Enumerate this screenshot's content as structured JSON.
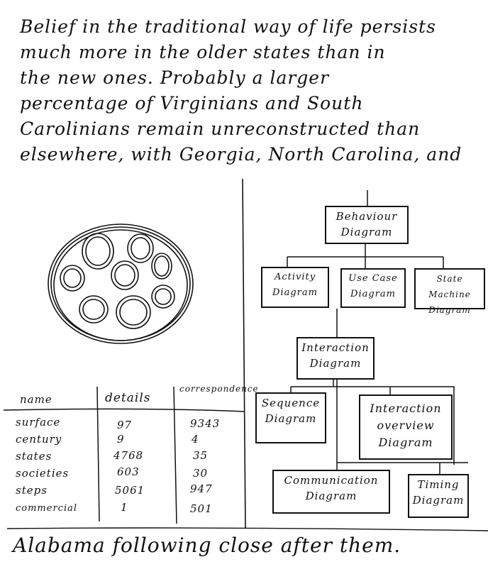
{
  "paragraph": {
    "lines": [
      "Belief in the traditional way of life persists",
      "much more in the older states than in",
      "the new ones. Probably a larger",
      "percentage of Virginians and South",
      "Carolinians remain unreconstructed than",
      "elsewhere, with Georgia, North Carolina, and"
    ]
  },
  "footer": "Alabama following close after them.",
  "table": {
    "headers": [
      "name",
      "details",
      "correspondence"
    ],
    "rows": [
      [
        "surface",
        "97",
        "9343"
      ],
      [
        "century",
        "9",
        "4"
      ],
      [
        "states",
        "4768",
        "35"
      ],
      [
        "societies",
        "603",
        "30"
      ],
      [
        "steps",
        "5061",
        "947"
      ],
      [
        "commercial",
        "1",
        "501"
      ]
    ]
  },
  "diagram": {
    "root": [
      "Behaviour",
      "Diagram"
    ],
    "level2": [
      [
        "Activity",
        "Diagram"
      ],
      [
        "Use Case",
        "Diagram"
      ],
      [
        "State Machine",
        "Diagram"
      ]
    ],
    "interaction": [
      "Interaction",
      "Diagram"
    ],
    "level4": [
      [
        "Sequence",
        "Diagram"
      ],
      [
        "Interaction",
        "overview",
        "Diagram"
      ],
      [
        "Communication",
        "Diagram"
      ],
      [
        "Timing",
        "Diagram"
      ]
    ]
  }
}
